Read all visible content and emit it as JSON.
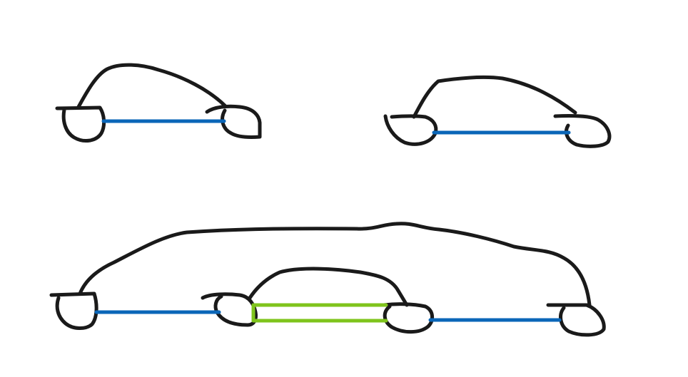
{
  "colors": {
    "background": "#ffffff",
    "outline": "#1a1a1a",
    "axle": "#0a66b8",
    "link": "#7fc41c"
  },
  "sketches": [
    {
      "name": "car-sketch-left",
      "parts": [
        "car-body",
        "front-wheel",
        "rear-wheel",
        "axle-line"
      ]
    },
    {
      "name": "car-sketch-right",
      "parts": [
        "car-body",
        "front-wheel",
        "rear-wheel",
        "axle-line"
      ]
    },
    {
      "name": "combined-car-sketch",
      "parts": [
        "outer-body",
        "inner-body",
        "four-wheels",
        "two-axle-lines",
        "two-link-lines"
      ]
    }
  ]
}
